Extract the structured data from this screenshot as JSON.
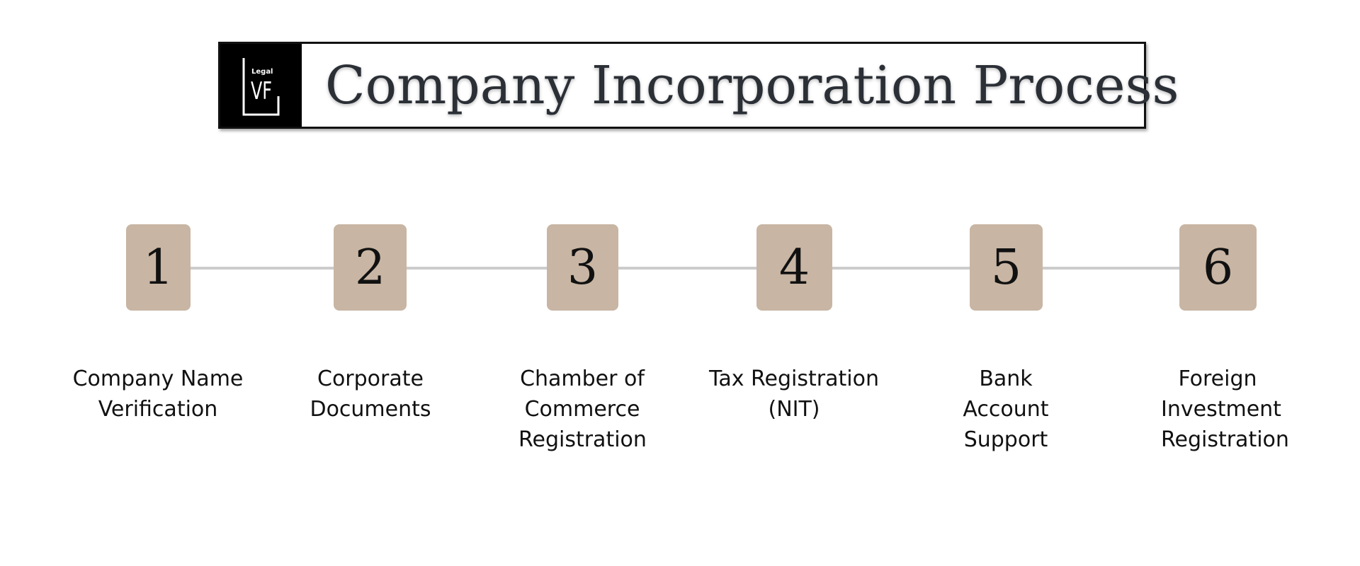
{
  "header": {
    "title": "Company Incorporation Process",
    "logo": {
      "small_text": "Legal",
      "monogram": "VF"
    }
  },
  "steps": [
    {
      "number": "1",
      "label": "Company Name Verification"
    },
    {
      "number": "2",
      "label": "Corporate Documents"
    },
    {
      "number": "3",
      "label": "Chamber of Commerce Registration"
    },
    {
      "number": "4",
      "label": "Tax Registration (NIT)"
    },
    {
      "number": "5",
      "label": "Bank Account Support"
    },
    {
      "number": "6",
      "label": "Foreign Investment Registration"
    }
  ],
  "colors": {
    "step_box": "#c8b5a3",
    "connector": "#cccccc",
    "title_text": "#2b2f36",
    "logo_bg": "#000000"
  }
}
